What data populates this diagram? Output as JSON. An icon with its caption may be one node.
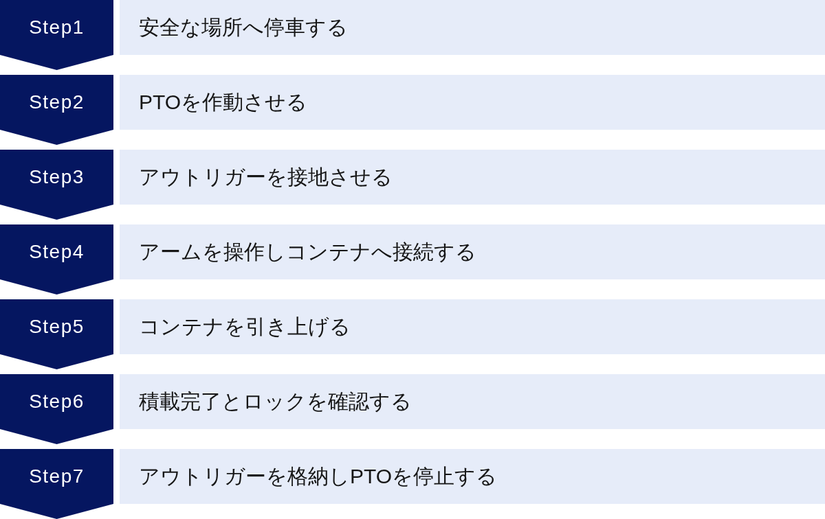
{
  "diagram": {
    "nodes": [
      {
        "text": [
          "Step1"
        ]
      },
      {
        "text": [
          "安全な場所へ停車する"
        ]
      },
      {
        "text": [
          "Step2"
        ]
      },
      {
        "text": [
          "PTOを作動させる"
        ]
      },
      {
        "text": [
          "Step3"
        ]
      },
      {
        "text": [
          "アウトリガーを接地させる"
        ]
      },
      {
        "text": [
          "Step4"
        ]
      },
      {
        "text": [
          "アームを操作しコンテナへ接続する"
        ]
      },
      {
        "text": [
          "Step5"
        ]
      },
      {
        "text": [
          "コンテナを引き上げる"
        ]
      },
      {
        "text": [
          "Step6"
        ]
      },
      {
        "text": [
          "積載完了とロックを確認する"
        ]
      },
      {
        "text": [
          "Step7"
        ]
      },
      {
        "text": [
          "アウトリガーを格納しPTOを停止する"
        ]
      }
    ]
  }
}
